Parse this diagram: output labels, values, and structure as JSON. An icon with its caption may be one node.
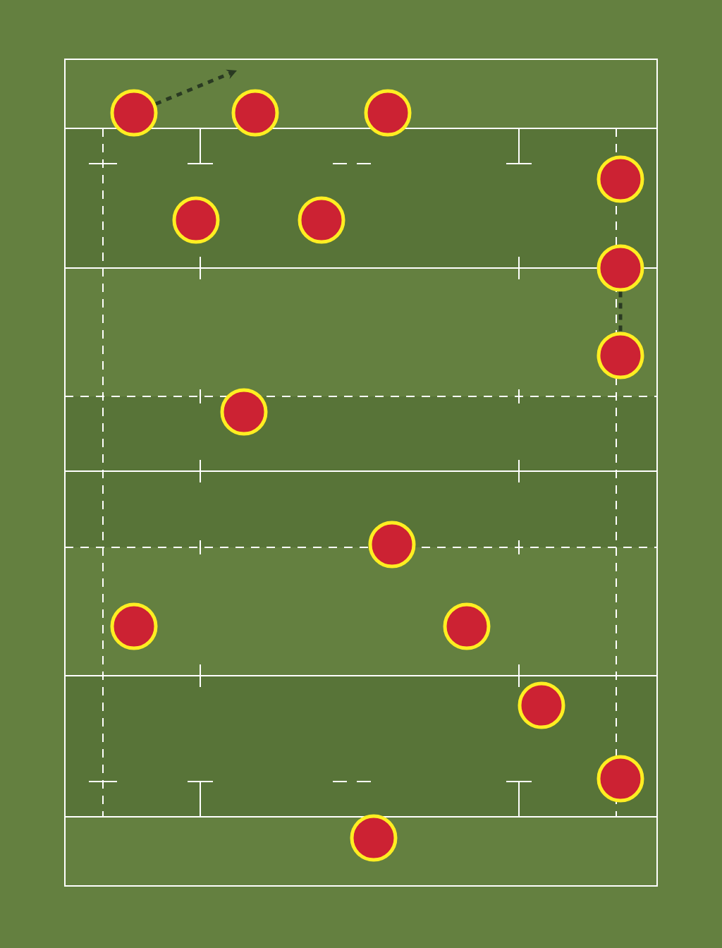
{
  "diagram": {
    "nodes": [
      {
        "text": [],
        "shape": "circle"
      },
      {
        "text": [],
        "shape": "circle"
      },
      {
        "text": [],
        "shape": "circle"
      },
      {
        "text": [],
        "shape": "circle"
      },
      {
        "text": [],
        "shape": "circle"
      },
      {
        "text": [],
        "shape": "circle"
      },
      {
        "text": [],
        "shape": "circle"
      },
      {
        "text": [],
        "shape": "circle"
      },
      {
        "text": [],
        "shape": "circle"
      },
      {
        "text": [],
        "shape": "circle"
      },
      {
        "text": [],
        "shape": "circle"
      },
      {
        "text": [],
        "shape": "circle"
      },
      {
        "text": [],
        "shape": "circle"
      },
      {
        "text": [],
        "shape": "circle"
      },
      {
        "text": [],
        "shape": "circle"
      }
    ],
    "edges": [
      {
        "from": 0,
        "to": null,
        "arrow": "to",
        "style": "dashed"
      },
      {
        "from": 6,
        "to": 7,
        "arrow": "none",
        "style": "dashed"
      }
    ]
  }
}
